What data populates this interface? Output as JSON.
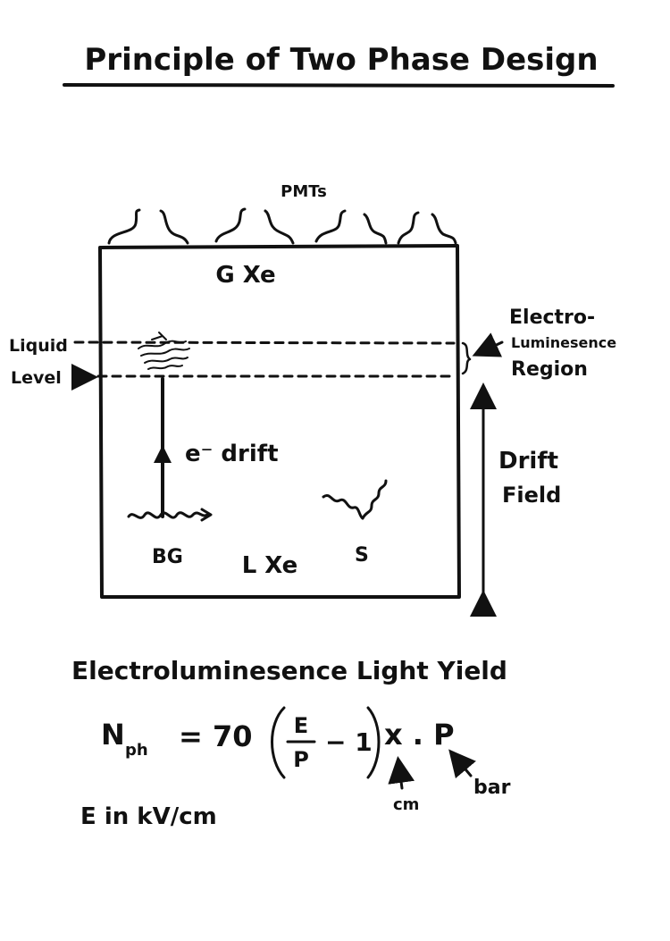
{
  "title": "Principle of Two Phase Design",
  "pmts_label": "PMTs",
  "gas_label": "G Xe",
  "liquid_label": "L Xe",
  "liquid_level_label": [
    "Liquid",
    "Level"
  ],
  "electroluminescence_label": [
    "Electro-",
    "Luminesence",
    "Region"
  ],
  "drift_field_label": [
    "Drift",
    "Field"
  ],
  "e_drift_label": "e⁻ drift",
  "bg_label": "BG",
  "s_label": "S",
  "yield_heading": "Electroluminesence Light Yield",
  "formula": {
    "lhs": "N",
    "lhs_sub": "ph",
    "coefficient": "= 70",
    "numerator": "E",
    "denominator": "P",
    "minus_one": "− 1",
    "x_term": "x . P",
    "x_unit": "cm",
    "p_unit": "bar"
  },
  "units_note": "E in kV/cm",
  "colors": {
    "ink": "#111111",
    "paper": "#ffffff"
  }
}
